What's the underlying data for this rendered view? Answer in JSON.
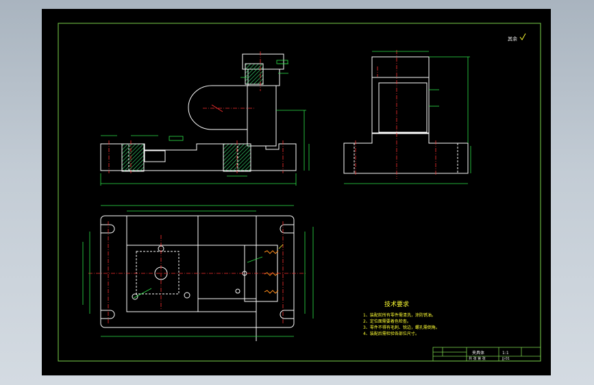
{
  "drawing": {
    "background": "#000000",
    "border_color": "#7bd44c",
    "line_color": "#ffffff",
    "dim_color": "#2ee84a",
    "center_color": "#ff3030",
    "hatch_color": "#35d06a",
    "label_color": "#ffff33",
    "roughness_note": "其余",
    "tech_title": "技术要求",
    "tech_notes": [
      "1、装配前所有零件需清洗，涂防锈油。",
      "2、定位面需要着色检查。",
      "3、零件不得有毛刺、锐边，螺孔需倒角。",
      "4、装配后需检验各部位尺寸。"
    ],
    "title_block": {
      "name": "夹具体",
      "sheet": "共 张 第 张",
      "scale": "1:1",
      "code": "JJ-01"
    }
  }
}
